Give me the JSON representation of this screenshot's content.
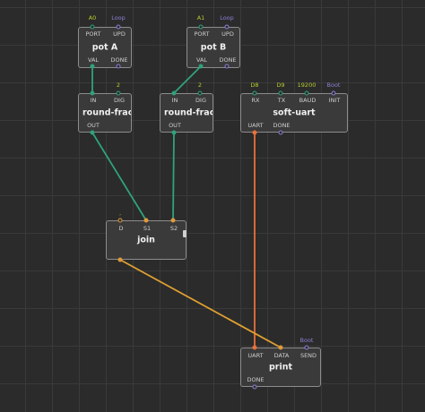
{
  "colors": {
    "number_pin": "#2fa37a",
    "string_pin": "#e09a3a",
    "pulse_pin": "#8d7fd6",
    "port_pin": "#e8703a",
    "link_number": "#2fa37a",
    "link_string": "#e0a030",
    "link_port": "#e8703a",
    "value_number": "#b8cc2e",
    "value_pulse": "#8d7fd6"
  },
  "nodes": {
    "pot_a": {
      "title": "pot A",
      "inputs": [
        {
          "label": "PORT",
          "value": "A0"
        },
        {
          "label": "UPD",
          "value": "Loop"
        }
      ],
      "outputs": [
        {
          "label": "VAL"
        },
        {
          "label": "DONE"
        }
      ]
    },
    "pot_b": {
      "title": "pot B",
      "inputs": [
        {
          "label": "PORT",
          "value": "A1"
        },
        {
          "label": "UPD",
          "value": "Loop"
        }
      ],
      "outputs": [
        {
          "label": "VAL"
        },
        {
          "label": "DONE"
        }
      ]
    },
    "round_1": {
      "title": "round-fraction",
      "inputs": [
        {
          "label": "IN",
          "value": ""
        },
        {
          "label": "DIG",
          "value": "2"
        }
      ],
      "outputs": [
        {
          "label": "OUT"
        }
      ]
    },
    "round_2": {
      "title": "round-fraction",
      "inputs": [
        {
          "label": "IN",
          "value": ""
        },
        {
          "label": "DIG",
          "value": "2"
        }
      ],
      "outputs": [
        {
          "label": "OUT"
        }
      ]
    },
    "soft_uart": {
      "title": "soft-uart",
      "inputs": [
        {
          "label": "RX",
          "value": "D8"
        },
        {
          "label": "TX",
          "value": "D9"
        },
        {
          "label": "BAUD",
          "value": "19200"
        },
        {
          "label": "INIT",
          "value": "Boot"
        }
      ],
      "outputs": [
        {
          "label": "UART"
        },
        {
          "label": "DONE"
        }
      ]
    },
    "join": {
      "title": "join",
      "inputs": [
        {
          "label": "D",
          "value": "‚"
        },
        {
          "label": "S1",
          "value": ""
        },
        {
          "label": "S2",
          "value": ""
        }
      ],
      "outputs": [
        {
          "label": ""
        }
      ]
    },
    "print": {
      "title": "print",
      "inputs": [
        {
          "label": "UART",
          "value": ""
        },
        {
          "label": "DATA",
          "value": ""
        },
        {
          "label": "SEND",
          "value": "Boot"
        }
      ],
      "outputs": [
        {
          "label": "DONE"
        }
      ]
    }
  }
}
